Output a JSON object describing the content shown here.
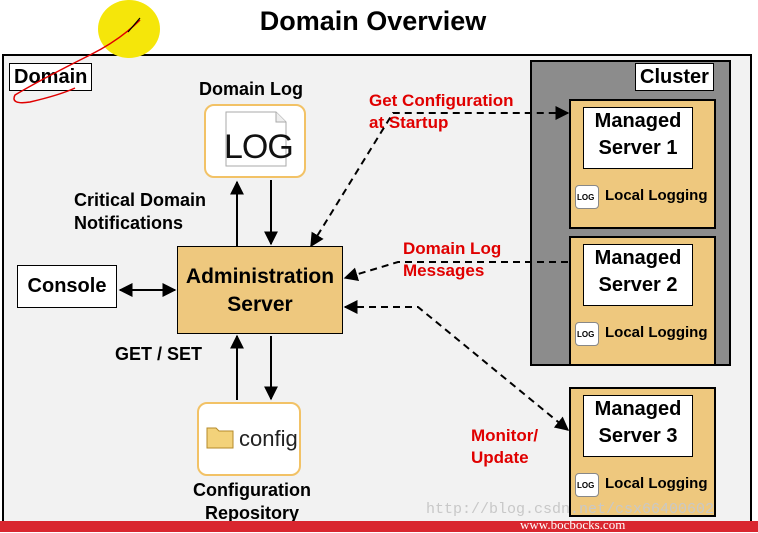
{
  "title": "Domain Overview",
  "domain_tag": "Domain",
  "cluster_tag": "Cluster",
  "domain_log": {
    "label": "Domain Log",
    "icon_text": "LOG"
  },
  "config_repo": {
    "icon_text": "config",
    "label_line1": "Configuration",
    "label_line2": "Repository"
  },
  "admin_server": {
    "line1": "Administration",
    "line2": "Server"
  },
  "console": "Console",
  "labels": {
    "critical_line1": "Critical Domain",
    "critical_line2": "Notifications",
    "get_set": "GET / SET",
    "get_config_line1": "Get Configuration",
    "get_config_line2": "at Startup",
    "domain_log_msg_line1": "Domain Log",
    "domain_log_msg_line2": "Messages",
    "monitor_line1": "Monitor/",
    "monitor_line2": "Update"
  },
  "servers": [
    {
      "line1": "Managed",
      "line2": "Server 1",
      "logging": "Local Logging",
      "icon_text": "LOG"
    },
    {
      "line1": "Managed",
      "line2": "Server 2",
      "logging": "Local Logging",
      "icon_text": "LOG"
    },
    {
      "line1": "Managed",
      "line2": "Server 3",
      "logging": "Local Logging",
      "icon_text": "LOG"
    }
  ],
  "footer": {
    "left": "",
    "center": "http://blog.csdn.net/csx66400602",
    "right": "www.bocbocks.com"
  },
  "colors": {
    "accent_red": "#e00000",
    "server_fill": "#eec87e",
    "cluster_fill": "#8c8c8c",
    "highlight_yellow": "#f5e60a"
  }
}
